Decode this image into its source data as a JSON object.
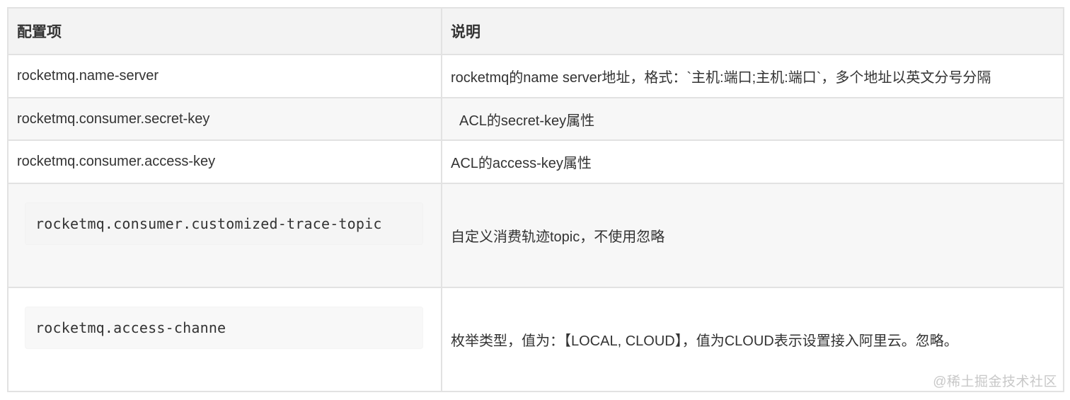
{
  "table": {
    "headers": {
      "config_item": "配置项",
      "description": "说明"
    },
    "rows": [
      {
        "key": "rocketmq.name-server",
        "key_style": "plain",
        "description": "rocketmq的name server地址，格式：`主机:端口;主机:端口`，多个地址以英文分号分隔"
      },
      {
        "key": "rocketmq.consumer.secret-key",
        "key_style": "plain",
        "description": " ACL的secret-key属性"
      },
      {
        "key": "rocketmq.consumer.access-key",
        "key_style": "plain",
        "description": "ACL的access-key属性"
      },
      {
        "key": "rocketmq.consumer.customized-trace-topic",
        "key_style": "code",
        "description": "自定义消费轨迹topic，不使用忽略"
      },
      {
        "key": "rocketmq.access-channe",
        "key_style": "code",
        "description": "枚举类型，值为：【LOCAL, CLOUD】，值为CLOUD表示设置接入阿里云。忽略。"
      }
    ]
  },
  "watermark": "@稀土掘金技术社区",
  "colors": {
    "header_bg": "#f3f3f3",
    "stripe_bg": "#f7f7f7",
    "border": "#e2e2e2",
    "text": "#333333",
    "watermark": "#c8c8c8"
  }
}
